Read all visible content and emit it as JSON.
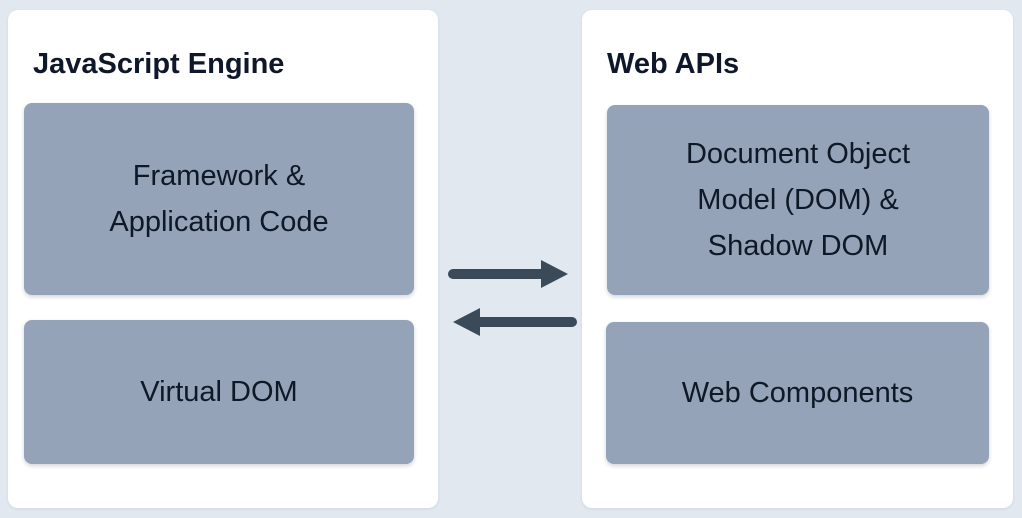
{
  "colors": {
    "background": "#e2e8f0",
    "panel": "#ffffff",
    "box": "#94a3b8",
    "arrow": "#3b4a59",
    "title_text": "#0f172a",
    "box_text": "#0e1826"
  },
  "panels": [
    {
      "title": "JavaScript Engine",
      "boxes": [
        {
          "label": "Framework & Application Code",
          "lines": [
            "Framework &",
            "Application Code"
          ]
        },
        {
          "label": "Virtual DOM",
          "lines": [
            "Virtual DOM"
          ]
        }
      ]
    },
    {
      "title": "Web APIs",
      "boxes": [
        {
          "label": "Document Object Model (DOM) & Shadow DOM",
          "lines": [
            "Document Object",
            "Model (DOM) &",
            "Shadow DOM"
          ]
        },
        {
          "label": "Web Components",
          "lines": [
            "Web Components"
          ]
        }
      ]
    }
  ],
  "arrows": [
    {
      "name": "js-engine-to-web-apis",
      "direction": "right"
    },
    {
      "name": "web-apis-to-js-engine",
      "direction": "left"
    }
  ]
}
